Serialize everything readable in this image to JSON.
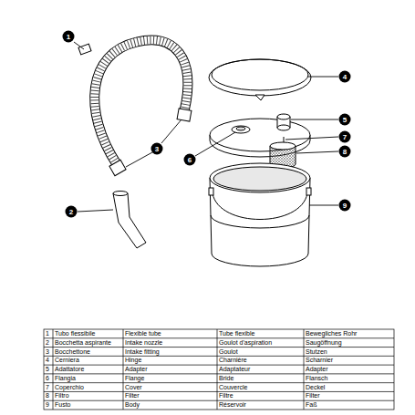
{
  "diagram": {
    "labels": [
      "1",
      "2",
      "3",
      "4",
      "5",
      "6",
      "7",
      "8",
      "9",
      "1",
      "Tubo flessibile",
      "Flexible tube",
      "Tube flexible",
      "Bewegliches Rohr",
      "2",
      "Bocchetta aspirante",
      "Intake nozzle",
      "Goulot d'aspiration",
      "Saugöffnung",
      "3",
      "Bocchettone",
      "Intake fitting",
      "Goulot",
      "Stutzen",
      "4",
      "Cerniera",
      "Hinge",
      "Charnière",
      "Scharnier",
      "5",
      "Adattatore",
      "Adapter",
      "Adaptateur",
      "Adapter",
      "6",
      "Flangia",
      "Flange",
      "Bride",
      "Flansch",
      "7",
      "Coperchio",
      "Cover",
      "Couvercle",
      "Deckel",
      "8",
      "Filtro",
      "Filter",
      "Filtre",
      "Filter",
      "9",
      "Fusto",
      "Body",
      "Réservoir",
      "Faß"
    ]
  }
}
